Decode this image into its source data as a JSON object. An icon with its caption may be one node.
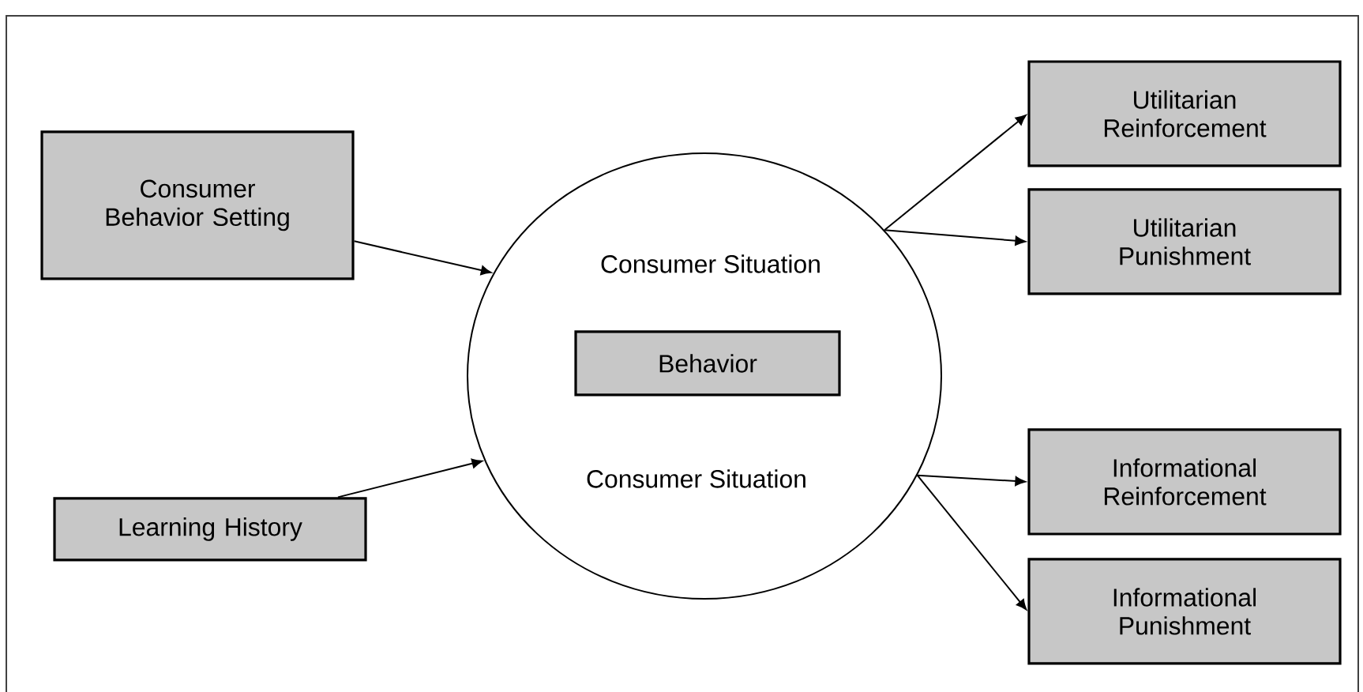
{
  "diagram": {
    "nodes": [
      {
        "text": [
          "Consumer Behavior Setting"
        ]
      },
      {
        "text": [
          "Learning History"
        ]
      },
      {
        "text": [
          "Consumer Situation",
          "Consumer Situation"
        ]
      },
      {
        "text": [
          "Behavior"
        ],
        "in": 2
      },
      {
        "text": [
          "Utilitarian Reinforcement"
        ]
      },
      {
        "text": [
          "Utilitarian Punishment"
        ]
      },
      {
        "text": [
          "Informational Reinforcement"
        ]
      },
      {
        "text": [
          "Informational Punishment"
        ]
      }
    ],
    "edges": [
      {
        "from": 0,
        "to": 2,
        "arrow": "to"
      },
      {
        "from": 1,
        "to": 2,
        "arrow": "to"
      },
      {
        "from": 2,
        "to": 4,
        "arrow": "to"
      },
      {
        "from": 2,
        "to": 5,
        "arrow": "to"
      },
      {
        "from": 2,
        "to": 6,
        "arrow": "to"
      },
      {
        "from": 2,
        "to": 7,
        "arrow": "to"
      }
    ]
  }
}
